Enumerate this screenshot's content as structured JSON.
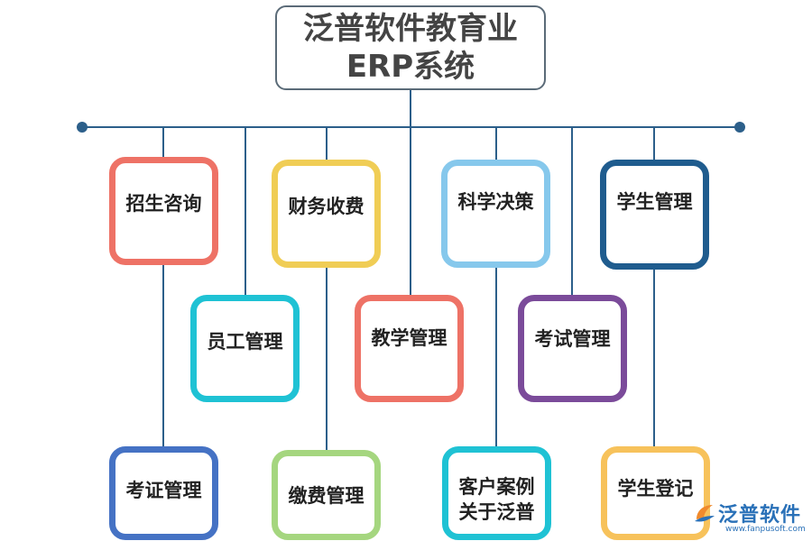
{
  "title": "泛普软件教育业ERP系统",
  "modules": [
    {
      "label": "招生咨询",
      "color": "#ee7266"
    },
    {
      "label": "员工管理",
      "color": "#1fc2d4"
    },
    {
      "label": "考证管理",
      "color": "#4572c4"
    },
    {
      "label": "财务收费",
      "color": "#f0cd55"
    },
    {
      "label": "缴费管理",
      "color": "#a5d67f"
    },
    {
      "label": "教学管理",
      "color": "#ee7266"
    },
    {
      "label": "科学决策",
      "color": "#86c8ec"
    },
    {
      "label": "客户案例\n关于泛普",
      "color": "#1fc2d4"
    },
    {
      "label": "考试管理",
      "color": "#7b4b9a"
    },
    {
      "label": "学生管理",
      "color": "#1f5c8e"
    },
    {
      "label": "学生登记",
      "color": "#f7c25b"
    }
  ],
  "logo": {
    "name": "泛普软件",
    "url": "www.fanpusoft.com"
  },
  "colors": {
    "connector": "#2c5f8a",
    "logo": "#2a71b8"
  }
}
